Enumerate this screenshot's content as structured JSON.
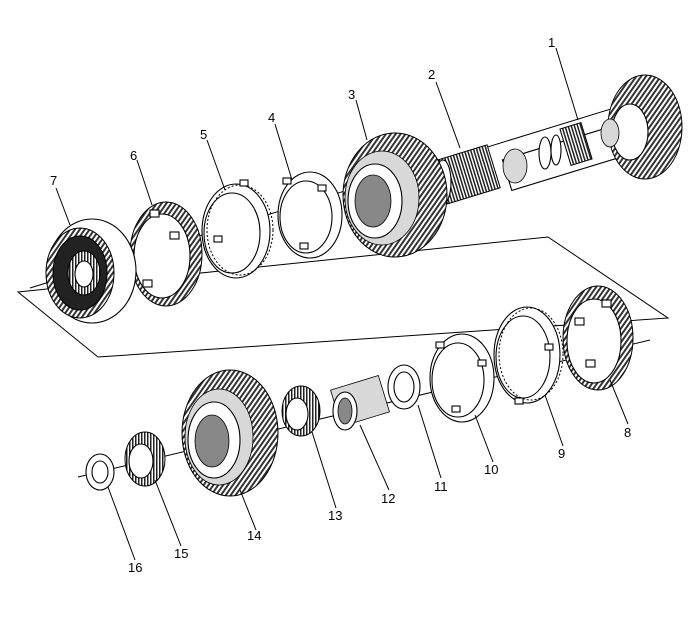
{
  "callouts": [
    {
      "id": "1",
      "label": "1",
      "part": "countershaft-gear"
    },
    {
      "id": "2",
      "label": "2",
      "part": "needle-bearing"
    },
    {
      "id": "3",
      "label": "3",
      "part": "helical-gear"
    },
    {
      "id": "4",
      "label": "4",
      "part": "inner-cone-ring"
    },
    {
      "id": "5",
      "label": "5",
      "part": "middle-ring"
    },
    {
      "id": "6",
      "label": "6",
      "part": "synchronizer-ring"
    },
    {
      "id": "7",
      "label": "7",
      "part": "synchronizer-hub-sleeve"
    },
    {
      "id": "8",
      "label": "8",
      "part": "synchronizer-ring"
    },
    {
      "id": "9",
      "label": "9",
      "part": "middle-ring"
    },
    {
      "id": "10",
      "label": "10",
      "part": "inner-cone-ring"
    },
    {
      "id": "11",
      "label": "11",
      "part": "thrust-washer"
    },
    {
      "id": "12",
      "label": "12",
      "part": "bushing-sleeve"
    },
    {
      "id": "13",
      "label": "13",
      "part": "needle-bearing"
    },
    {
      "id": "14",
      "label": "14",
      "part": "helical-gear"
    },
    {
      "id": "15",
      "label": "15",
      "part": "bearing-cage"
    },
    {
      "id": "16",
      "label": "16",
      "part": "thrust-washer"
    }
  ]
}
